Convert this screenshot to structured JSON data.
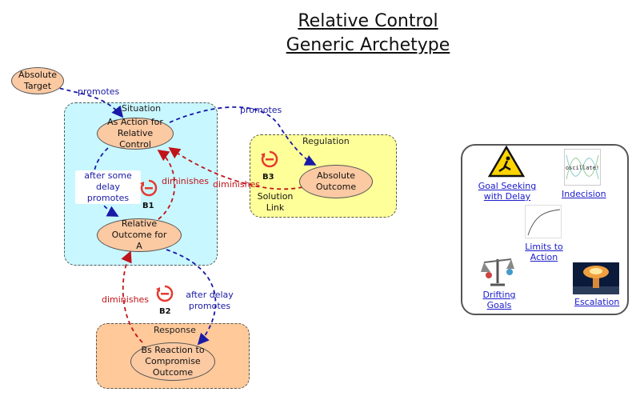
{
  "title": {
    "line1": "Relative Control",
    "line2": "Generic Archetype"
  },
  "regions": {
    "situation": "Situation",
    "regulation": "Regulation",
    "response": "Response"
  },
  "nodes": {
    "absolute_target": "Absolute Target",
    "action_relative_control": "As Action for Relative Control",
    "relative_outcome": "Relative Outcome for A",
    "absolute_outcome": "Absolute Outcome",
    "bs_reaction": "Bs Reaction to Compromise Outcome"
  },
  "links": {
    "promotes_1": "promotes",
    "promotes_2": "promotes",
    "after_some_delay": "after some delay promotes",
    "diminishes_1": "diminishes",
    "diminishes_2": "diminishes",
    "diminishes_3": "diminishes",
    "after_delay": "after delay promotes"
  },
  "loops": {
    "b1": "B1",
    "b2": "B2",
    "b3": "B3"
  },
  "solution_link": "Solution Link",
  "archetypes": {
    "goal_seeking": "Goal Seeking with Delay",
    "indecision": "Indecision",
    "indecision_thumb_text": "oscillate!",
    "limits": "Limits to Action",
    "drifting": "Drifting Goals",
    "escalation": "Escalation"
  },
  "colors": {
    "node_fill": "#fbc9a2",
    "situation_fill": "#c8f7ff",
    "regulation_fill": "#ffff99",
    "response_fill": "#ffc99a",
    "link_blue": "#1a1aa6",
    "link_red": "#c0141a"
  }
}
